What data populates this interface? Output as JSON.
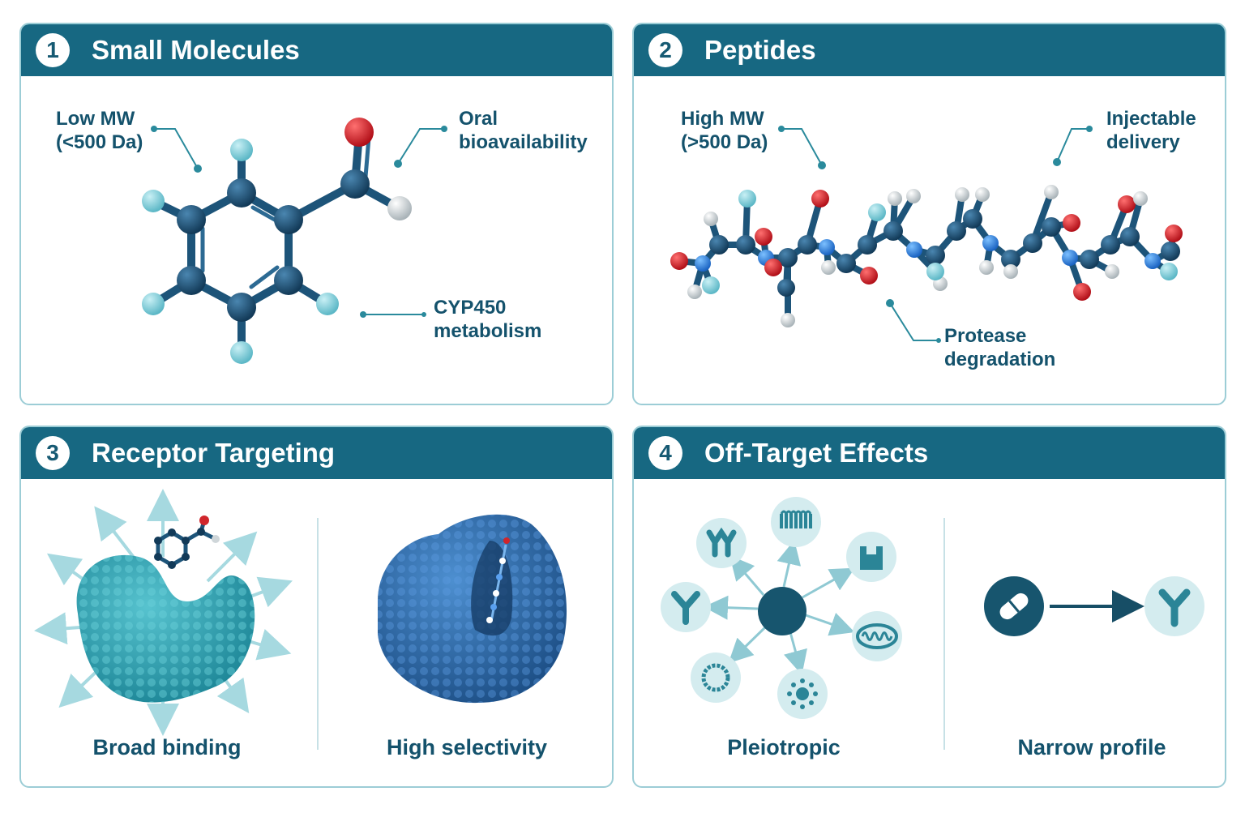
{
  "panels": [
    {
      "number": "1",
      "title": "Small Molecules",
      "labels": {
        "mw": "Low MW\n(<500 Da)",
        "oral": "Oral\nbioavailability",
        "cyp": "CYP450\nmetabolism"
      }
    },
    {
      "number": "2",
      "title": "Peptides",
      "labels": {
        "mw": "High MW\n(>500 Da)",
        "inject": "Injectable\ndelivery",
        "protease": "Protease\ndegradation"
      }
    },
    {
      "number": "3",
      "title": "Receptor Targeting",
      "captions": {
        "left": "Broad binding",
        "right": "High selectivity"
      }
    },
    {
      "number": "4",
      "title": "Off-Target Effects",
      "captions": {
        "left": "Pleiotropic",
        "right": "Narrow profile"
      }
    }
  ],
  "icons": {
    "hub": "central-node-icon",
    "targets": [
      "receptor-y-icon",
      "multi-receptor-icon",
      "membrane-channel-icon",
      "u-receptor-icon",
      "mitochondria-icon",
      "spiky-cell-icon",
      "cell-icon"
    ],
    "pill": "pill-icon",
    "single_target": "receptor-y-icon"
  },
  "colors": {
    "header": "#176882",
    "border": "#9ccdd6",
    "text": "#14526c",
    "atom_carbon": "#1b4f72",
    "atom_h": "#7ecbd8",
    "atom_o": "#d0262c",
    "protein_left": "#2e9fb0",
    "protein_right": "#2b6da8",
    "circle_bg": "#d4ecef"
  }
}
